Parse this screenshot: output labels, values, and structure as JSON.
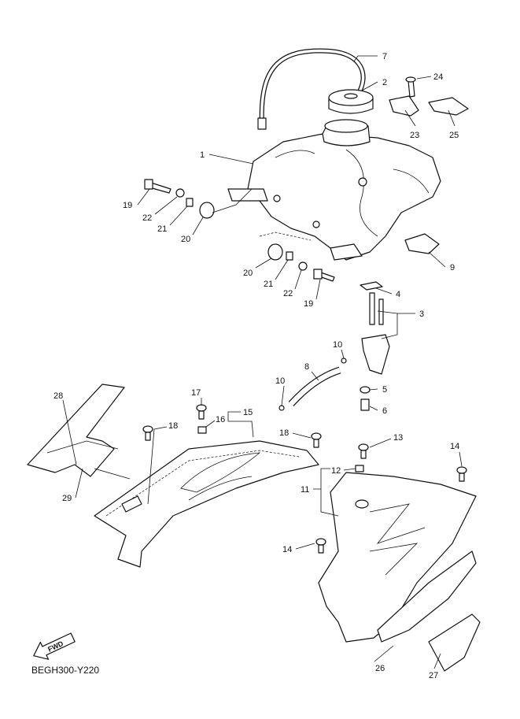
{
  "diagram": {
    "code": "BEGH300-Y220",
    "fwd_logo": "FWD",
    "callouts": {
      "c1": "1",
      "c2": "2",
      "c3": "3",
      "c4": "4",
      "c5": "5",
      "c6": "6",
      "c7": "7",
      "c8": "8",
      "c9": "9",
      "c10a": "10",
      "c10b": "10",
      "c11": "11",
      "c12": "12",
      "c13": "13",
      "c14a": "14",
      "c14b": "14",
      "c15": "15",
      "c16": "16",
      "c17": "17",
      "c18a": "18",
      "c18b": "18",
      "c19a": "19",
      "c19b": "19",
      "c20a": "20",
      "c20b": "20",
      "c21a": "21",
      "c21b": "21",
      "c22a": "22",
      "c22b": "22",
      "c23": "23",
      "c24": "24",
      "c25": "25",
      "c26": "26",
      "c27": "27",
      "c28": "28",
      "c29": "29"
    }
  }
}
